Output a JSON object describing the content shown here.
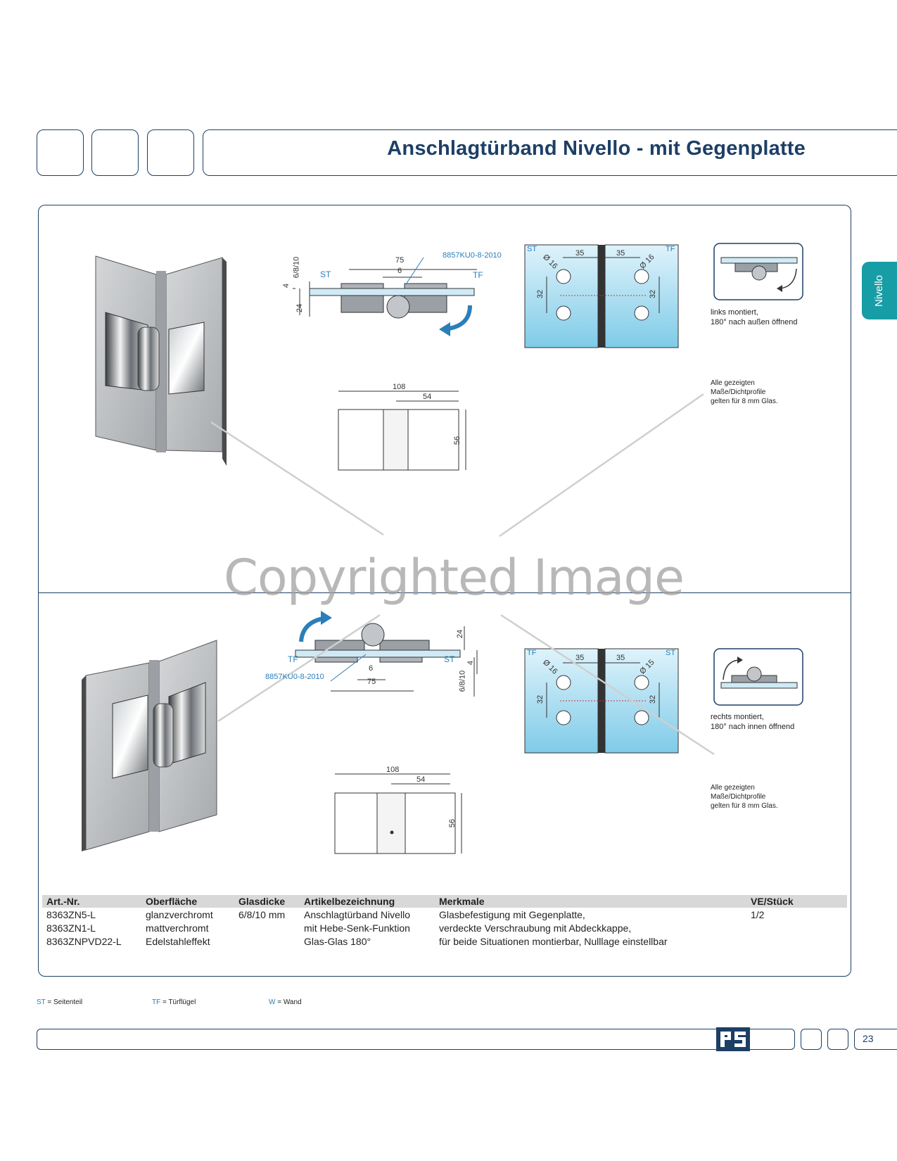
{
  "header": {
    "title": "Anschlagtürband Nivello  - mit Gegenplatte"
  },
  "side_tab": {
    "label": "Nivello"
  },
  "watermark": "Copyrighted Image",
  "top_section": {
    "part_number": "8857KU0-8-2010",
    "labels": {
      "st": "ST",
      "tf": "TF"
    },
    "dims": {
      "d75": "75",
      "d6": "6",
      "d4": "4",
      "d24": "24",
      "glass": "6/8/10",
      "d108": "108",
      "d54": "54",
      "d56": "56",
      "d35a": "35",
      "d35b": "35",
      "d32a": "32",
      "d32b": "32",
      "dia_a": "Ø 16",
      "dia_b": "Ø 16"
    },
    "mount_note": [
      "links montiert,",
      "180° nach außen öffnend"
    ],
    "glass_note": [
      "Alle gezeigten",
      "Maße/Dichtprofile",
      "gelten für 8 mm Glas."
    ]
  },
  "bottom_section": {
    "part_number": "8857KU0-8-2010",
    "labels": {
      "st": "ST",
      "tf": "TF"
    },
    "dims": {
      "d75": "75",
      "d6": "6",
      "d4": "4",
      "d24": "24",
      "glass": "6/8/10",
      "d108": "108",
      "d54": "54",
      "d56": "56",
      "d35a": "35",
      "d35b": "35",
      "d32a": "32",
      "d32b": "32",
      "dia_a": "Ø 16",
      "dia_b": "Ø 15"
    },
    "mount_note": [
      "rechts montiert,",
      "180° nach innen öffnend"
    ],
    "glass_note": [
      "Alle gezeigten",
      "Maße/Dichtprofile",
      "gelten für 8 mm Glas."
    ]
  },
  "table": {
    "headers": [
      "Art.-Nr.",
      "Oberfläche",
      "Glasdicke",
      "Artikelbezeichnung",
      "Merkmale",
      "VE/Stück"
    ],
    "col_art": [
      "8363ZN5-L",
      "8363ZN1-L",
      "8363ZNPVD22-L"
    ],
    "col_surface": [
      "glanzverchromt",
      "mattverchromt",
      "Edelstahleffekt"
    ],
    "col_glass": [
      "6/8/10 mm"
    ],
    "col_desc": [
      "Anschlagtürband Nivello",
      "mit Hebe-Senk-Funktion",
      "Glas-Glas 180°"
    ],
    "col_features": [
      "Glasbefestigung mit Gegenplatte,",
      "verdeckte Verschraubung mit Abdeckkappe,",
      "für beide Situationen montierbar, Nulllage einstellbar"
    ],
    "col_ve": [
      "1/2"
    ]
  },
  "legend": [
    {
      "abbr": "ST",
      "text": " = Seitenteil"
    },
    {
      "abbr": "TF",
      "text": " = Türflügel"
    },
    {
      "abbr": "W",
      "text": " = Wand"
    }
  ],
  "footer": {
    "page_number": "23"
  },
  "colors": {
    "navy": "#1d3f66",
    "teal": "#179da6",
    "accent_blue": "#2a7fb8",
    "glass_blue": "#a8dcf0"
  }
}
